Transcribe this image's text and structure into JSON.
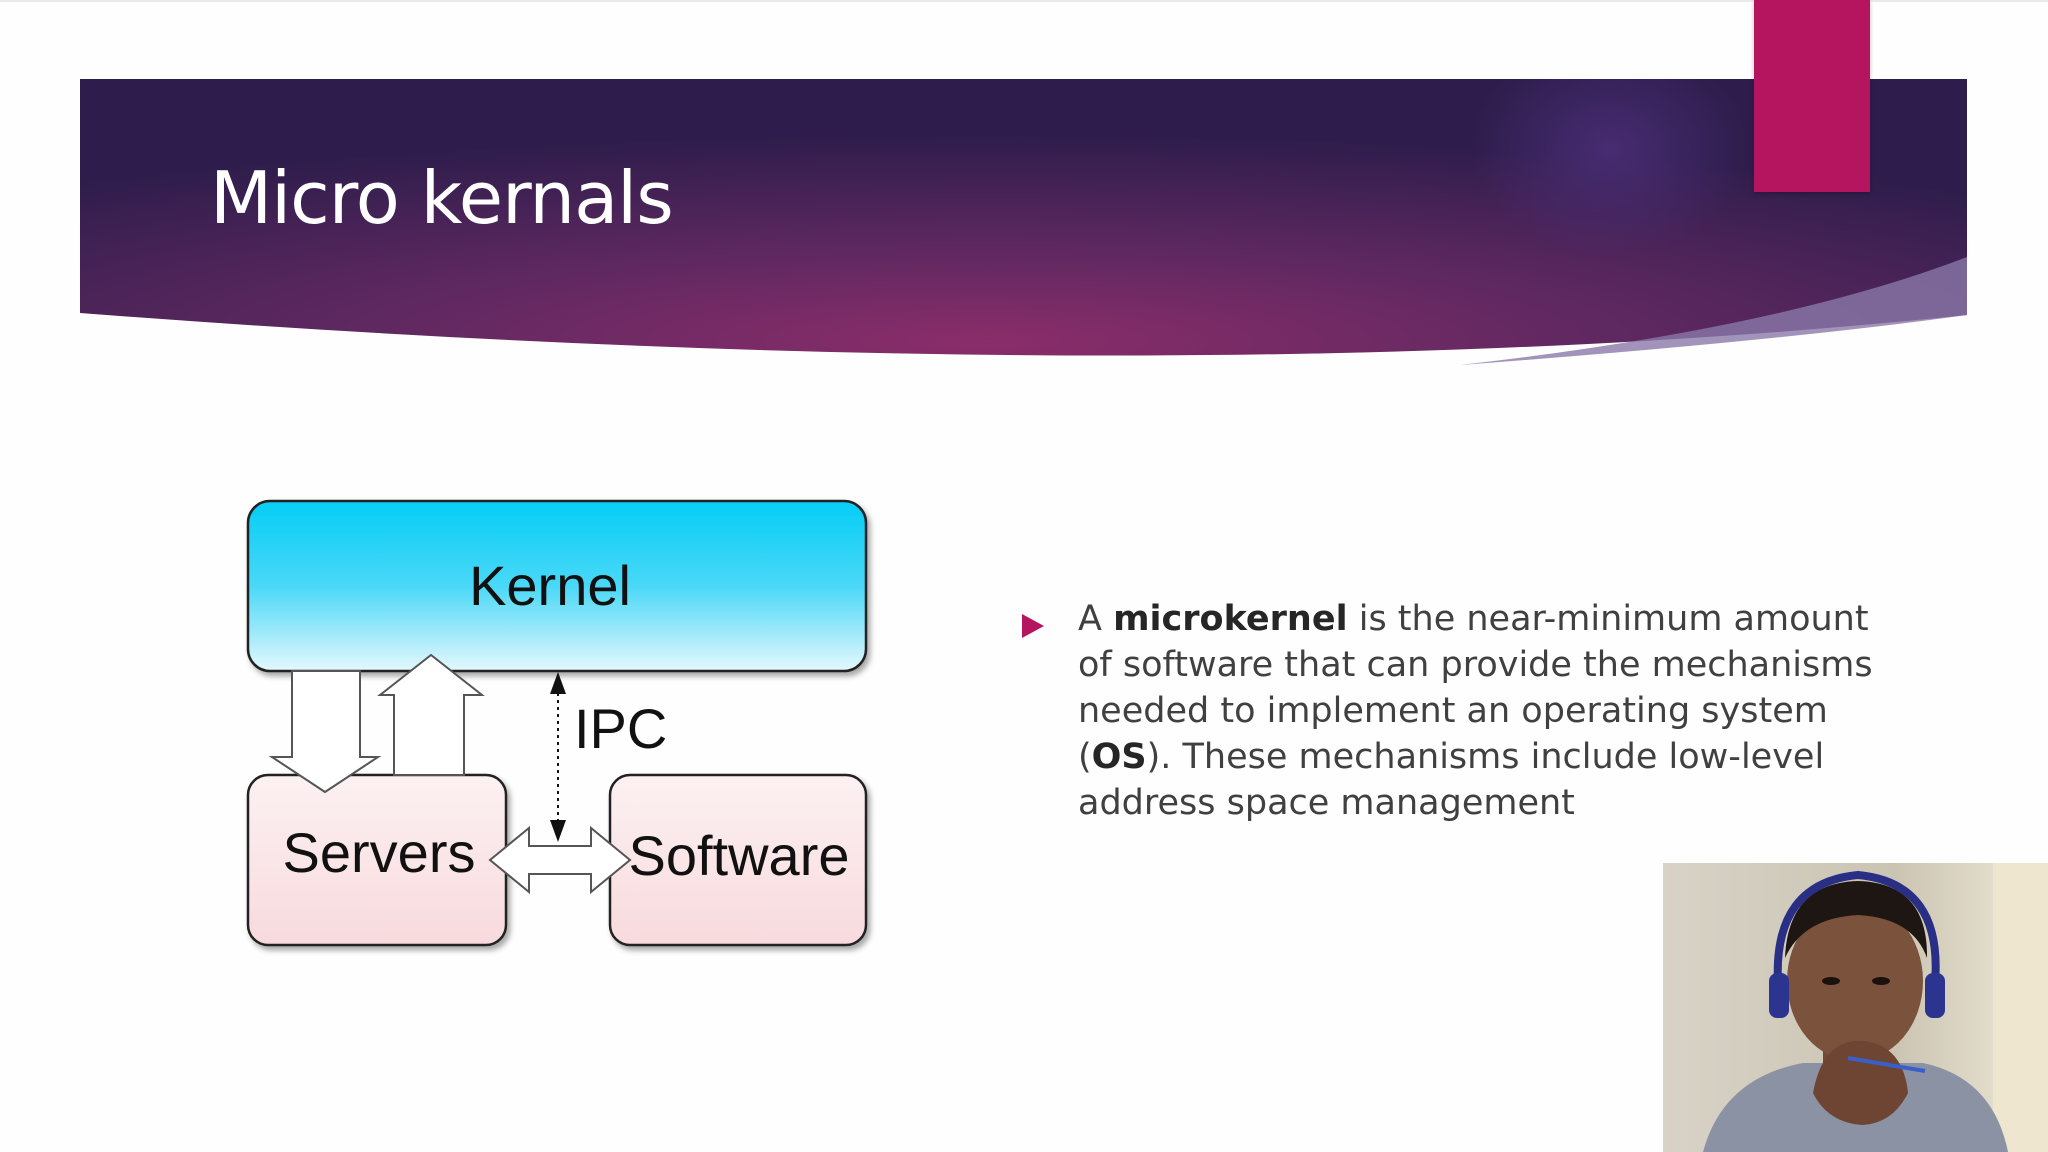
{
  "slide": {
    "title": "Micro kernals",
    "colors": {
      "header_dark": "#2b1c4b",
      "header_mid": "#6a2a62",
      "accent": "#b5155f",
      "body_text": "#404040"
    }
  },
  "diagram": {
    "kernel_label": "Kernel",
    "ipc_label": "IPC",
    "servers_label": "Servers",
    "software_label": "Software",
    "colors": {
      "kernel_top": "#05cdf6",
      "kernel_bottom": "#dff7fd",
      "box_fill": "#fbe3e6"
    }
  },
  "bullet": {
    "lead": "A ",
    "term": "microkernel",
    "after_term": "  is the near-minimum amount of software that can provide the mechanisms needed to implement an operating system (",
    "abbr": "OS",
    "tail": "). These mechanisms include low-level address space management"
  },
  "webcam": {
    "icon": "presenter-video-feed"
  }
}
